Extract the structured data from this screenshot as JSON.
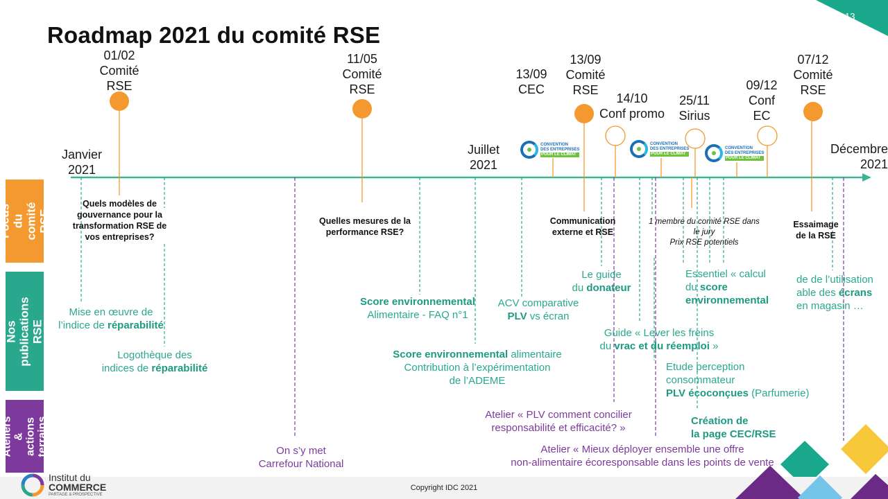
{
  "page_number": "13",
  "title": "Roadmap 2021 du comité RSE",
  "copyright": "Copyright IDC 2021",
  "colors": {
    "orange": "#f4992f",
    "teal": "#2aa88e",
    "purple": "#7d3a9c",
    "axis": "#3db39b"
  },
  "bands": {
    "focus": "Focus du comité RSE",
    "publications": "Nos publications RSE",
    "ateliers": "Ateliers & actions terrains"
  },
  "timeline": {
    "start": "Janvier 2021",
    "mid": "Juillet 2021",
    "end": "Décembre 2021"
  },
  "events": [
    {
      "id": "e1",
      "label": "01/02 Comité RSE",
      "l1": "01/02",
      "l2": "Comité",
      "l3": "RSE"
    },
    {
      "id": "e2",
      "label": "11/05 Comité RSE",
      "l1": "11/05",
      "l2": "Comité",
      "l3": "RSE"
    },
    {
      "id": "e3",
      "label": "13/09 CEC",
      "l1": "13/09",
      "l2": "CEC"
    },
    {
      "id": "e4",
      "label": "13/09 Comité RSE",
      "l1": "13/09",
      "l2": "Comité",
      "l3": "RSE"
    },
    {
      "id": "e5",
      "label": "14/10 Conf promo",
      "l1": "14/10",
      "l2": "Conf promo"
    },
    {
      "id": "e6",
      "label": "25/11 Sirius",
      "l1": "25/11",
      "l2": "Sirius"
    },
    {
      "id": "e7",
      "label": "09/12 Conf EC",
      "l1": "09/12",
      "l2": "Conf",
      "l3": "EC"
    },
    {
      "id": "e8",
      "label": "07/12 Comité RSE",
      "l1": "07/12",
      "l2": "Comité",
      "l3": "RSE"
    }
  ],
  "cec_logo": {
    "l1": "CONVENTION",
    "l2": "DES ENTREPRISES",
    "l3": "POUR LE CLIMAT"
  },
  "focus": {
    "q1": "Quels modèles de gouvernance pour la transformation RSE de vos entreprises?",
    "q2": "Quelles mesures de la performance RSE?",
    "q3": "Communication externe et RSE",
    "q4a": "1 membre du comité RSE dans le jury",
    "q4b": "Prix RSE potentiels",
    "q5": "Essaimage de la RSE"
  },
  "publications": {
    "p1a": "Mise en œuvre de",
    "p1b": "l’indice de ",
    "p1c": "réparabilité",
    "p2a": "Logothèque des",
    "p2b": "indices de ",
    "p2c": "réparabilité",
    "p3a": "Score environnemental",
    "p3b": "Alimentaire - FAQ n°1",
    "p4a": "Score environnemental",
    "p4b": " alimentaire",
    "p4c": "Contribution à l’expérimentation",
    "p4d": "de l’ADEME",
    "p5a": "ACV comparative",
    "p5b": "PLV",
    "p5c": " vs écran",
    "p6a": "Le guide",
    "p6b": "du ",
    "p6c": "donateur",
    "p7a": "Guide « Lever les freins",
    "p7b": "du ",
    "p7c": "vrac et du réemploi",
    "p7d": " »",
    "p8a": "Essentiel « calcul",
    "p8b": "du ",
    "p8c": "score",
    "p8d": "environnemental",
    "p9a": "Etude perception",
    "p9b": "consommateur",
    "p9c": "PLV écoconçues",
    "p9d": " (Parfumerie)",
    "p10a": "Création de",
    "p10b": "la page CEC/RSE",
    "p11a": "de de l’utilisation",
    "p11b": "able des ",
    "p11c": "écrans",
    "p11d": "en magasin …"
  },
  "ateliers": {
    "a1a": "On s’y met",
    "a1b": "Carrefour National",
    "a2a": "Atelier « PLV comment concilier",
    "a2b": "responsabilité et efficacité? »",
    "a3a": "Atelier « Mieux déployer ensemble une offre",
    "a3b": "non-alimentaire écoresponsable  dans les points de vente"
  },
  "logo": {
    "l1": "Institut du",
    "l2": "COMMERCE",
    "l3": "PARTAGE & PROSPECTIVE"
  }
}
